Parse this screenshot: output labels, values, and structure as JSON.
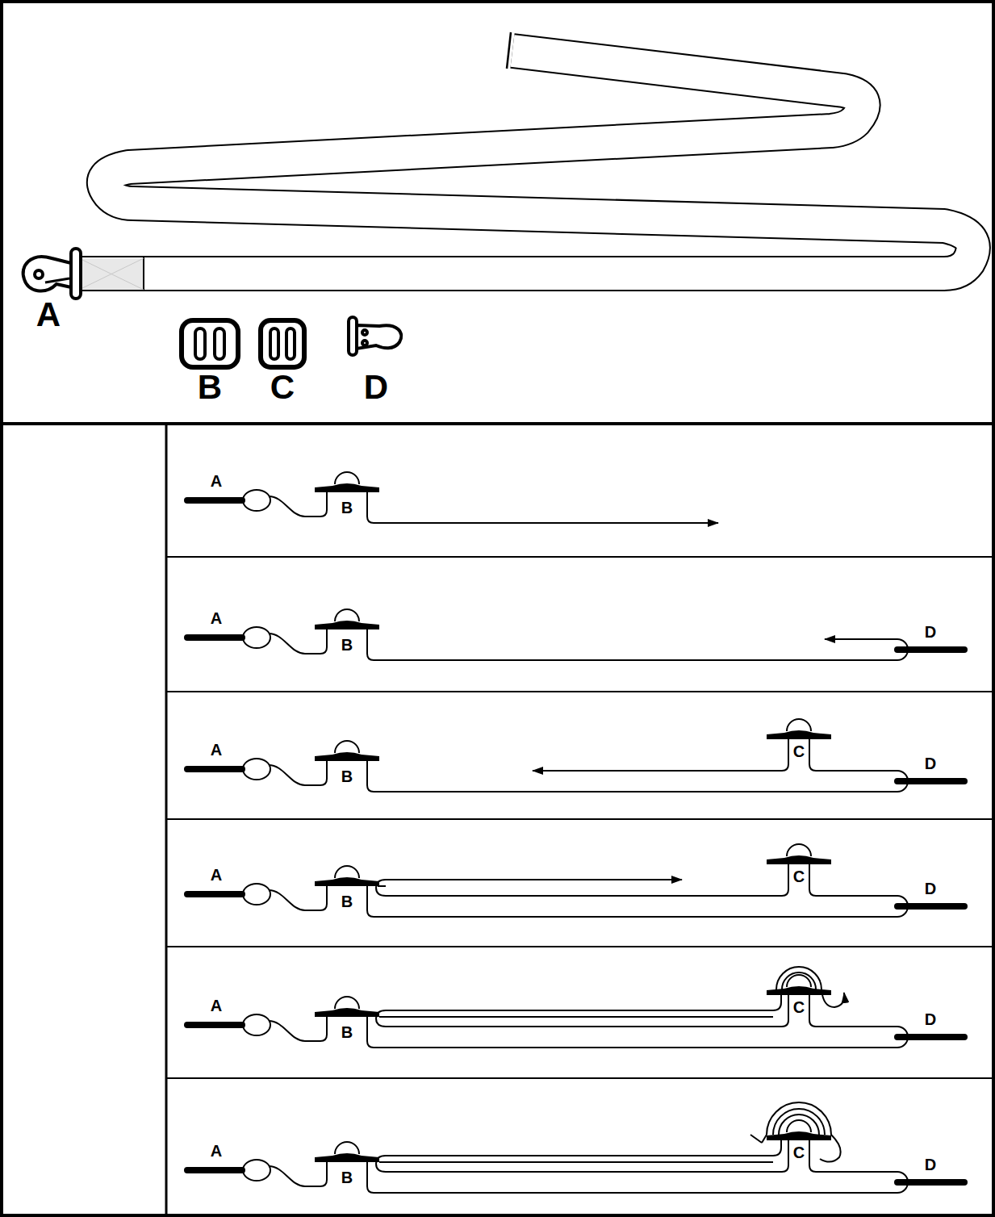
{
  "diagram": {
    "labels": [
      "A",
      "B",
      "C",
      "D",
      "A",
      "B",
      "A",
      "B",
      "D",
      "A",
      "B",
      "C",
      "D",
      "A",
      "B",
      "C",
      "D",
      "A",
      "B",
      "C",
      "D",
      "A",
      "B",
      "C",
      "D"
    ]
  }
}
